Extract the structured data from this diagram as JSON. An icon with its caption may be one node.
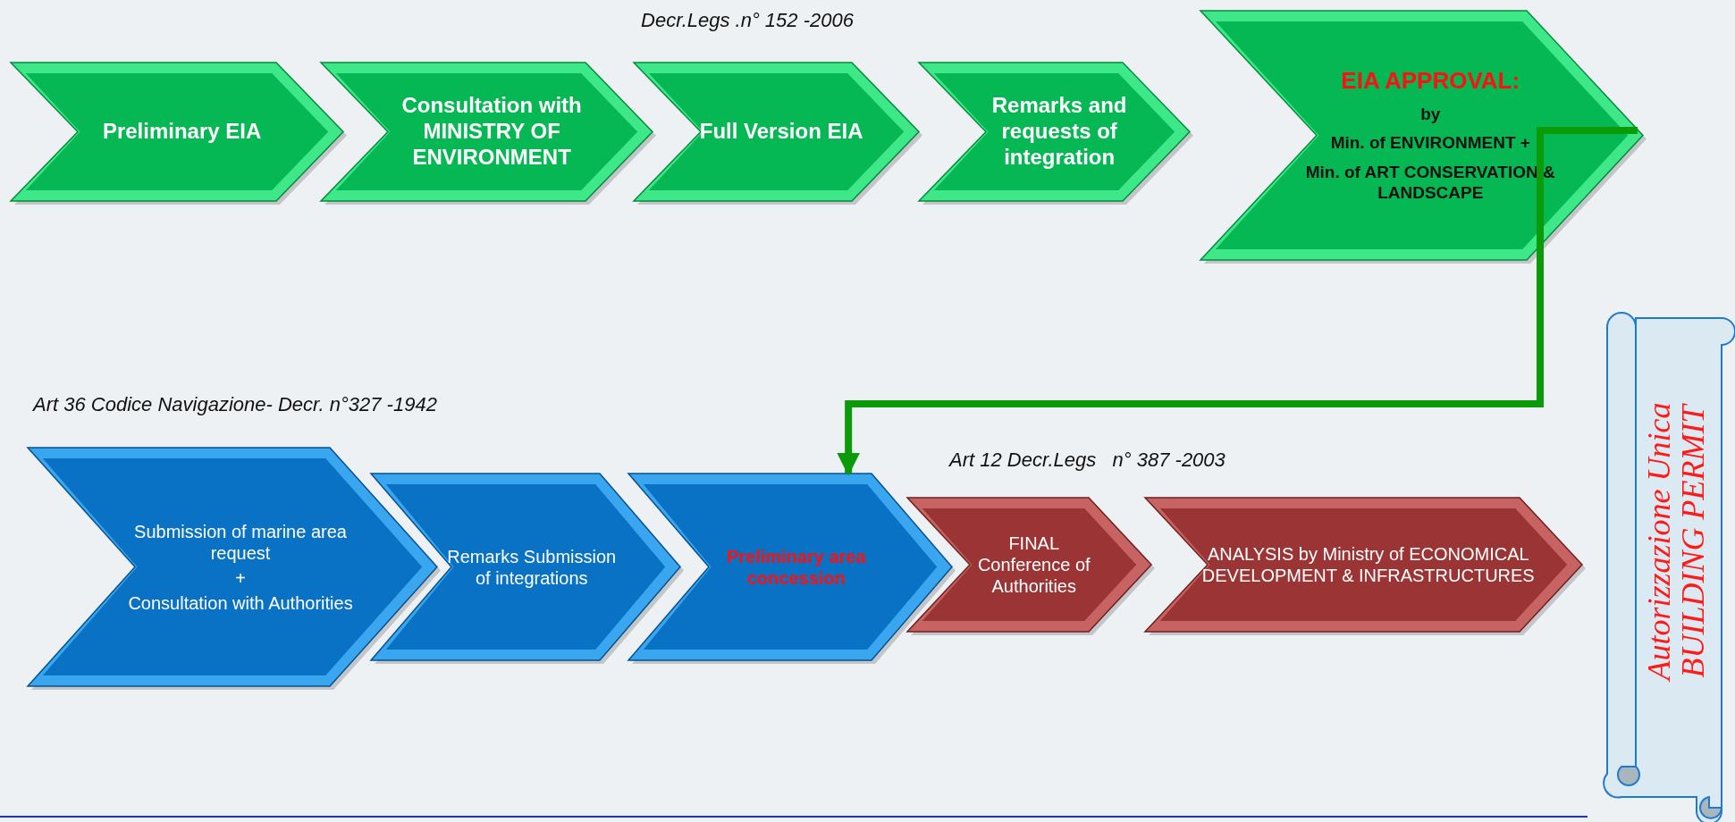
{
  "diagram": {
    "nodes": [
      {
        "text": [
          "Preliminary EIA"
        ]
      },
      {
        "text": [
          "Consultation with MINISTRY OF ENVIRONMENT"
        ]
      },
      {
        "text": [
          "Full Version EIA"
        ]
      },
      {
        "text": [
          "Remarks and requests of integration"
        ]
      },
      {
        "text": [
          "EIA APPROVAL:",
          "by",
          "Min. of ENVIRONMENT +",
          "Min. of ART CONSERVATION & LANDSCAPE"
        ]
      },
      {
        "text": [
          "Submission of marine area request",
          "+",
          "Consultation with Authorities"
        ]
      },
      {
        "text": [
          "Remarks Submission of integrations"
        ]
      },
      {
        "text": [
          "Preliminary area concession"
        ]
      },
      {
        "text": [
          "FINAL Conference of Authorities"
        ]
      },
      {
        "text": [
          "ANALYSIS by Ministry of ECONOMICAL DEVELOPMENT & INFRASTRUCTURES"
        ]
      },
      {
        "text": [
          "Autorizzazione Unica",
          "BUILDING PERMIT"
        ]
      }
    ],
    "edges": [
      {
        "from": 4,
        "to": 7,
        "arrow": "to"
      }
    ],
    "labels": [
      "Decr.Legs .n° 152 -2006",
      "Art 36 Codice Navigazione- Decr. n°327 -1942",
      "Art 12 Decr.Legs   n° 387 -2003"
    ]
  }
}
